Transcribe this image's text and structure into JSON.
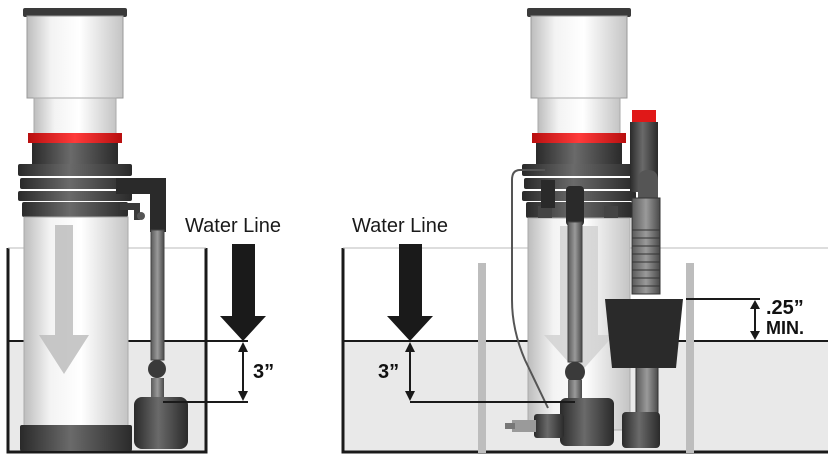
{
  "left_panel": {
    "water_line_label": "Water Line",
    "depth_label": "3”"
  },
  "right_panel": {
    "water_line_label": "Water Line",
    "depth_label": "3”",
    "min_gap_label_top": ".25”",
    "min_gap_label_bottom": "MIN."
  },
  "colors": {
    "water": "#e9e9e9",
    "tube": "#dcdcdc",
    "dark_part": "#3a3a3a",
    "red_ring": "#e02020",
    "arrow": "#1a1a1a"
  }
}
